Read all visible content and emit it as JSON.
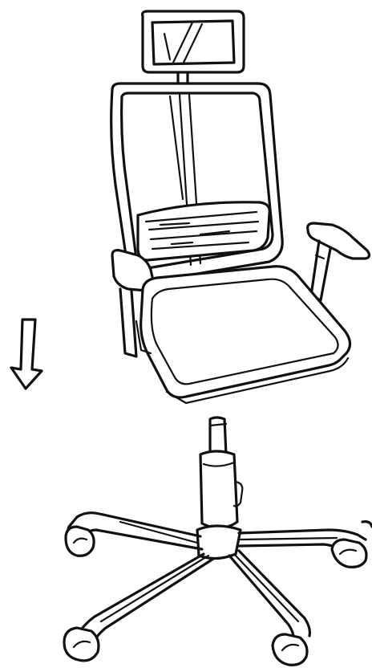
{
  "drawing": {
    "subject": "office-chair-assembly",
    "line_color": "#111111",
    "background": "#ffffff",
    "parts": [
      "headrest",
      "mesh-backrest",
      "lumbar-support",
      "seat",
      "left-armrest",
      "right-armrest",
      "gas-lift-cylinder",
      "five-star-base",
      "casters"
    ],
    "instruction_arrow": "arrow-down-icon"
  }
}
